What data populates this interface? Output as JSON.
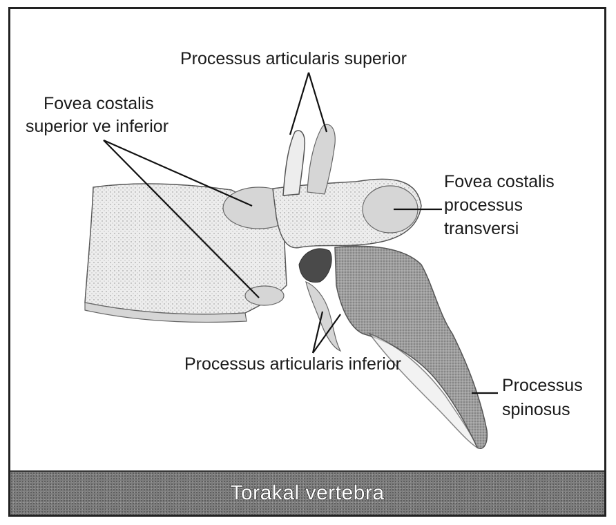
{
  "caption": "Torakal vertebra",
  "labels": {
    "proc_art_sup": "Processus articularis superior",
    "fovea_sup_inf_line1": "Fovea costalis",
    "fovea_sup_inf_line2": "superior ve inferior",
    "fovea_trans_line1": "Fovea costalis",
    "fovea_trans_line2": "processus",
    "fovea_trans_line3": "transversi",
    "proc_art_inf": "Processus articularis inferior",
    "proc_spin_line1": "Processus",
    "proc_spin_line2": "spinosus"
  },
  "colors": {
    "caption_bar": "#7d7d7d",
    "frame": "#222222",
    "bone": "#ededed"
  }
}
